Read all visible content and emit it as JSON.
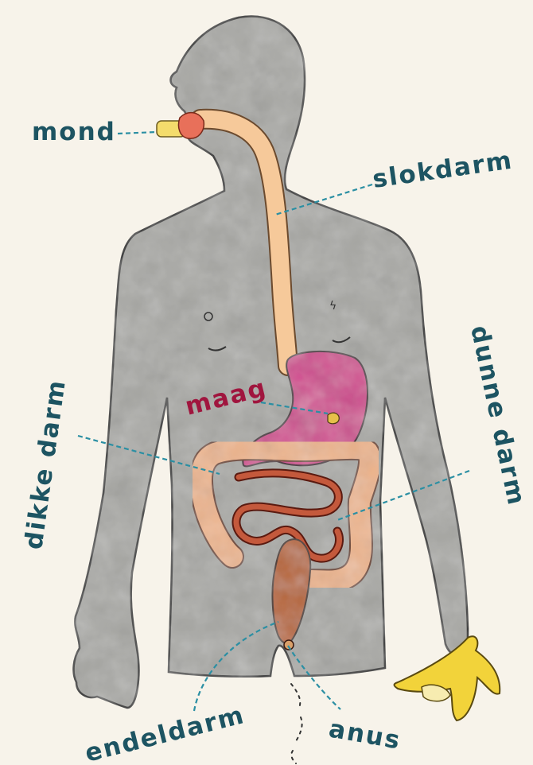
{
  "labels": {
    "mouth": "mond",
    "esophagus": "slokdarm",
    "stomach": "maag",
    "large_intestine": "dikke darm",
    "small_intestine": "dunne darm",
    "rectum": "endeldarm",
    "anus": "anus"
  },
  "colors": {
    "label_teal": "#1d5462",
    "label_highlight": "#a0153e",
    "leader_line": "#2b8fa3",
    "body_fill": "#a9a9a5",
    "body_outline": "#2e2e2e",
    "esophagus": "#f6c99a",
    "stomach": "#d14a8f",
    "intestine": "#efb58c",
    "small_intestine": "#c4593c",
    "rectum": "#b8642f",
    "banana": "#f2d33a"
  }
}
